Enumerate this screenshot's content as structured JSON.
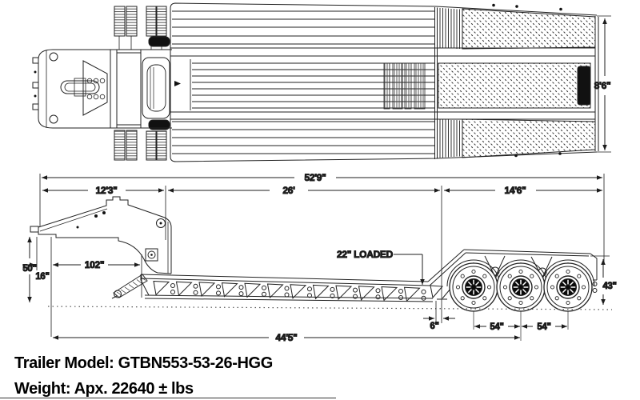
{
  "dims": {
    "overall_length": "52'9\"",
    "gooseneck_length": "12'3\"",
    "deck_length": "26'",
    "rear_length": "14'6\"",
    "overall_width": "8'6\"",
    "gooseneck_height": "50\"",
    "front_clearance": "16\"",
    "swing_radius": "102\"",
    "loaded_deck_height": "22\" LOADED",
    "deck_to_suspension_gap": "6\"",
    "axle_spacing_front": "54\"",
    "axle_spacing_rear": "54\"",
    "rear_deck_height": "43\"",
    "usable_length": "44'5\""
  },
  "footer": {
    "model": "Trailer Model: GTBN553-53-26-HGG",
    "weight": "Weight: Apx. 22640 ± lbs"
  }
}
